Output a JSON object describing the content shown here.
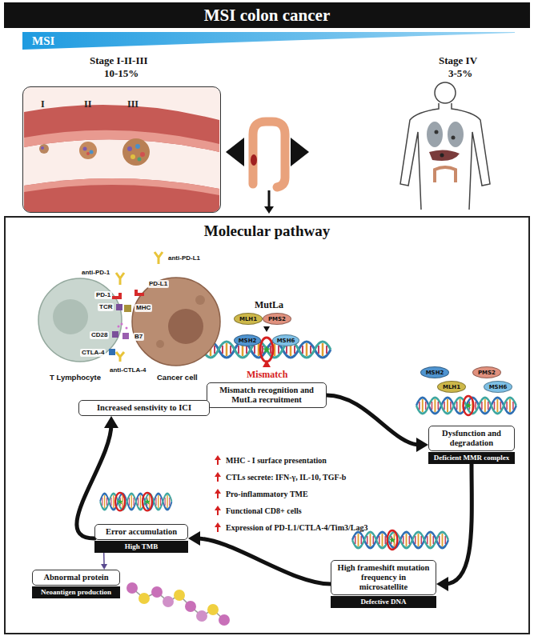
{
  "diagram": {
    "title": "MSI colon cancer",
    "nodes": [
      {
        "text": [
          "MSI"
        ]
      },
      {
        "text": [
          "I",
          "II",
          "III"
        ]
      },
      {
        "text": [
          "Molecular pathway"
        ]
      },
      {
        "text": [
          "MLH1"
        ],
        "in": 2
      },
      {
        "text": [
          "PMS2"
        ],
        "in": 2
      },
      {
        "text": [
          "MSH2"
        ],
        "in": 2
      },
      {
        "text": [
          "MSH6"
        ],
        "in": 2
      },
      {
        "text": [
          "Mismatch recognition and MutLa recruitment"
        ],
        "in": 2
      },
      {
        "text": [
          "MSH2"
        ],
        "in": 2
      },
      {
        "text": [
          "PMS2"
        ],
        "in": 2
      },
      {
        "text": [
          "MLH1"
        ],
        "in": 2
      },
      {
        "text": [
          "MSH6"
        ],
        "in": 2
      },
      {
        "text": [
          "Dysfunction and degradation",
          "Deficient MMR complex"
        ],
        "in": 2
      },
      {
        "text": [
          "Increased senstivity to ICI"
        ],
        "in": 2
      },
      {
        "text": [
          "Error accumulation",
          "High TMB"
        ],
        "in": 2
      },
      {
        "text": [
          "Abnormal protein",
          "Neoantigen production"
        ],
        "in": 2
      },
      {
        "text": [
          "High frameshift mutation frequency in microsatellite",
          "Defective DNA"
        ],
        "in": 2
      }
    ],
    "edges": [
      {
        "from": 7,
        "to": 12,
        "arrow": "to"
      },
      {
        "from": 12,
        "to": 16,
        "arrow": "to"
      },
      {
        "from": 16,
        "to": 14,
        "arrow": "to"
      },
      {
        "from": 14,
        "to": 13,
        "arrow": "to"
      },
      {
        "from": 14,
        "to": 15,
        "arrow": "to"
      }
    ],
    "labels": [
      "Stage I-II-III",
      "10-15%",
      "Stage IV",
      "3-5%",
      "MutLa",
      "Mismatch",
      "MHC - I surface presentation",
      "CTLs secrete: IFN-γ, IL-10, TGF-b",
      "Pro-inflammatory TME",
      "Functional CD8+ cells",
      "Expression of PD-L1/CTLA-4/Tim3/Lag3",
      "anti-PD-1",
      "PD-1",
      "anti-PD-L1",
      "PD-L1",
      "TCR",
      "MHC",
      "CD28",
      "B7",
      "CTLA-4",
      "anti-CTLA-4",
      "T Lymphocyte",
      "Cancer cell"
    ]
  }
}
